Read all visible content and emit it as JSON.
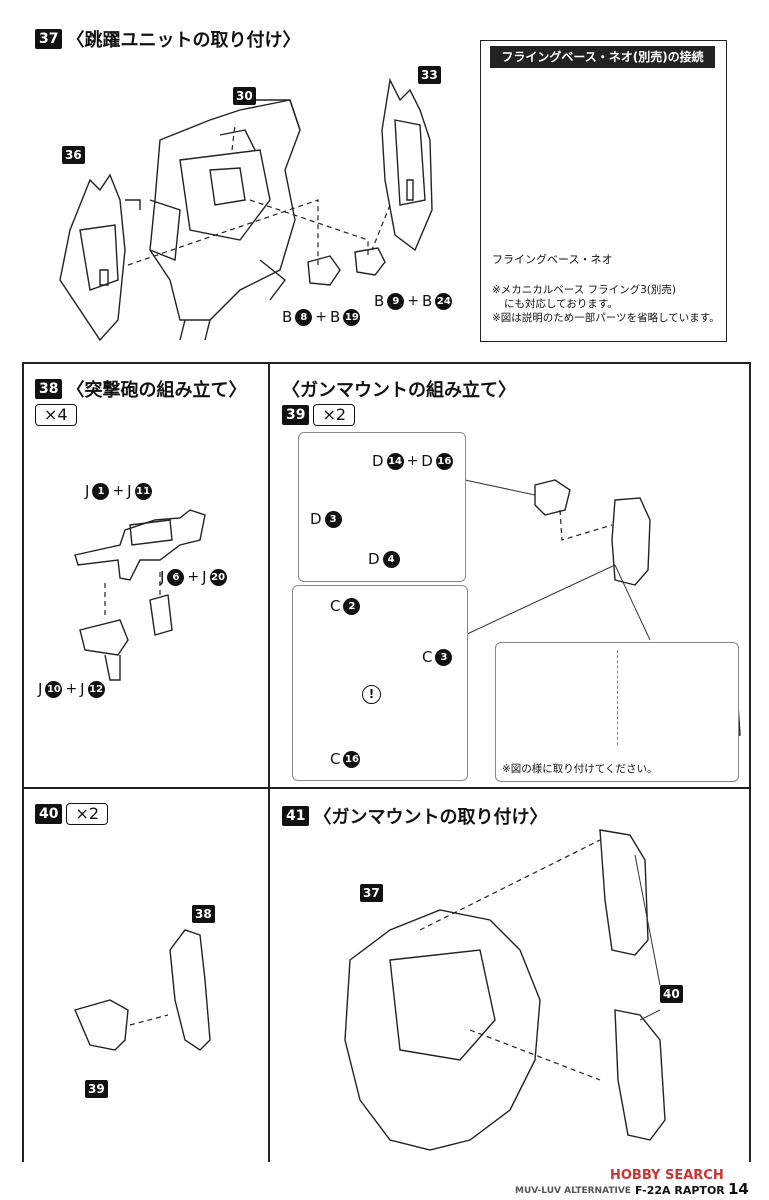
{
  "step37": {
    "num": "37",
    "title": "〈跳躍ユニットの取り付け〉",
    "callouts": [
      "30",
      "33",
      "36"
    ],
    "label_a": {
      "letter": "B",
      "n1": "8",
      "plus": "+",
      "letter2": "B",
      "n2": "19"
    },
    "label_b": {
      "letter": "B",
      "n1": "9",
      "plus": "+",
      "letter2": "B",
      "n2": "24"
    },
    "inset": {
      "title": "フライングベース・ネオ(別売)の接続",
      "label": "フライングベース・ネオ",
      "notes": [
        "※メカニカルベース フライング3(別売)",
        "にも対応しております。",
        "※図は説明のため一部パーツを省略しています。"
      ]
    }
  },
  "step38": {
    "num": "38",
    "title": "〈突撃砲の組み立て〉",
    "count": "×4",
    "labels": [
      {
        "l1": "J",
        "n1": "1",
        "l2": "J",
        "n2": "11"
      },
      {
        "l1": "J",
        "n1": "6",
        "l2": "J",
        "n2": "20"
      },
      {
        "l1": "J",
        "n1": "10",
        "l2": "J",
        "n2": "12"
      }
    ]
  },
  "step39": {
    "num": "39",
    "title": "〈ガンマウントの組み立て〉",
    "count": "×2",
    "d_labels": [
      {
        "l": "D",
        "n": "14",
        "l2": "D",
        "n2": "16"
      },
      {
        "l": "D",
        "n": "3"
      },
      {
        "l": "D",
        "n": "4"
      }
    ],
    "c_labels": [
      {
        "l": "C",
        "n": "2"
      },
      {
        "l": "C",
        "n": "3"
      },
      {
        "l": "C",
        "n": "16"
      }
    ],
    "caution": "!",
    "note": "※図の様に取り付けてください。"
  },
  "step40": {
    "num": "40",
    "count": "×2",
    "callouts": [
      "38",
      "39"
    ]
  },
  "step41": {
    "num": "41",
    "title": "〈ガンマウントの取り付け〉",
    "callouts": [
      "37",
      "40"
    ]
  },
  "footer": {
    "series": "MUV-LUV ALTERNATIVE",
    "model": "F-22A RAPTOR",
    "page": "14",
    "watermark": "HOBBY SEARCH"
  }
}
